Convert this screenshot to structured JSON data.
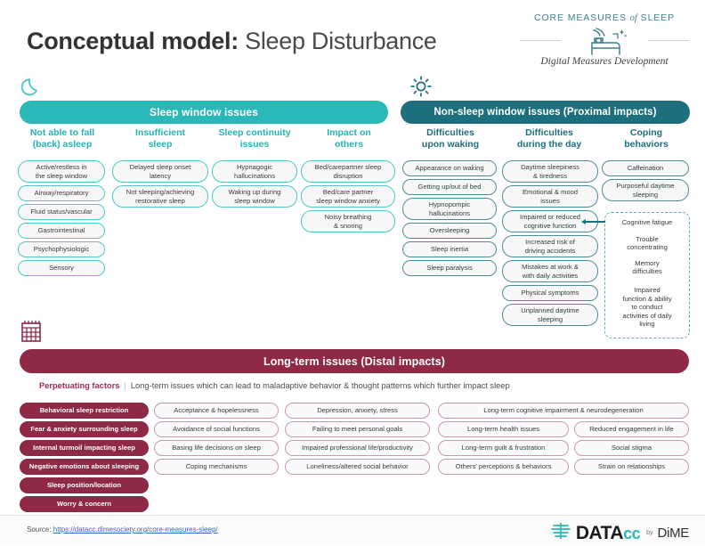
{
  "header": {
    "title_bold": "Conceptual model:",
    "title_rest": " Sleep Disturbance",
    "brand_line1": "CORE MEASURES ",
    "brand_of": "of",
    "brand_line1b": " SLEEP",
    "brand_sub": "Digital Measures Development",
    "bed_icon": "bed-icon"
  },
  "sections": {
    "sleep_window": {
      "icon": "moon-icon",
      "banner": "Sleep window issues",
      "columns": [
        {
          "head": "Not able to fall\n(back) asleep",
          "head_l1": "Not able to fall",
          "head_l2": "(back) asleep",
          "items": [
            "Active/restless in\nthe sleep window",
            "Airway/respiratory",
            "Fluid status/vascular",
            "Gastrointestinal",
            "Psychophysiologic",
            "Sensory"
          ]
        },
        {
          "head_l1": "Insufficient",
          "head_l2": "sleep",
          "items": [
            "Delayed sleep onset\nlatency",
            "Not sleeping/achieving\nrestorative sleep"
          ]
        },
        {
          "head_l1": "Sleep continuity",
          "head_l2": "issues",
          "items": [
            "Hypnagogic\nhallucinations",
            "Waking up during\nsleep window"
          ]
        },
        {
          "head_l1": "Impact on",
          "head_l2": "others",
          "items": [
            "Bed/carepartner sleep\ndisruption",
            "Bed/care partner\nsleep window anxiety",
            "Noisy breathing\n& snoring"
          ]
        }
      ]
    },
    "non_sleep_window": {
      "icon": "sun-icon",
      "banner": "Non-sleep window issues (Proximal impacts)",
      "columns": [
        {
          "head_l1": "Difficulties",
          "head_l2": "upon waking",
          "items": [
            "Appearance on waking",
            "Getting up/out of bed",
            "Hypnopompic\nhallucinations",
            "Oversleeping",
            "Sleep inertia",
            "Sleep paralysis"
          ]
        },
        {
          "head_l1": "Difficulties",
          "head_l2": "during the day",
          "items": [
            "Daytime sleepiness\n& tiredness",
            "Emotional & mood\nissues",
            "Impaired or reduced\ncognitive function",
            "Increased risk of\ndriving accidents",
            "Mistakes at work &\nwith daily activities",
            "Physical symptoms",
            "Unplanned daytime\nsleeping"
          ]
        },
        {
          "head_l1": "Coping",
          "head_l2": "behaviors",
          "items": [
            "Caffeination",
            "Purposeful daytime\nsleeping"
          ]
        }
      ],
      "cognitive_group": [
        "Cognitive fatigue",
        "Trouble\nconcentrating",
        "Memory\ndifficulties",
        "Impaired\nfunction & ability\nto conduct\nactivities of daily\nliving"
      ]
    },
    "long_term": {
      "icon": "calendar-icon",
      "banner": "Long-term issues (Distal impacts)",
      "perpetuating_label": "Perpetuating factors",
      "perpetuating_sep": "|",
      "perpetuating_text": "Long-term issues which can lead to maladaptive behavior & thought patterns which further impact sleep",
      "col1": [
        "Behavioral sleep restriction",
        "Fear & anxiety surrounding sleep",
        "Internal turmoil impacting sleep",
        "Negative emotions about sleeping",
        "Sleep position/location",
        "Worry & concern"
      ],
      "col2": [
        "Acceptance & hopelessness",
        "Avoidance of social functions",
        "Basing life decisions on sleep",
        "Coping mechanisms"
      ],
      "col3": [
        "Depression, anxiety, stress",
        "Failing to meet personal goals",
        "Impaired professional life/productivity",
        "Loneliness/altered social behavior"
      ],
      "col4": [
        "Long-term cognitive impairment & neurodegeneration",
        "Long-term health issues",
        "Long-term guilt & frustration",
        "Others' perceptions & behaviors"
      ],
      "col5": [
        "Reduced engagement in life",
        "Social stigma",
        "Strain on relationships"
      ]
    }
  },
  "footer": {
    "source_label": "Source: ",
    "source_url": "https://datacc.dimesociety.org/core-measures-sleep/",
    "logo_data": "DATA",
    "logo_cc": "cc",
    "logo_by": "by",
    "logo_dime": "DiME"
  },
  "colors": {
    "teal": "#2ab8b8",
    "dark_teal": "#1d6f7d",
    "maroon": "#8e2a46",
    "rose": "#a62a4e"
  }
}
